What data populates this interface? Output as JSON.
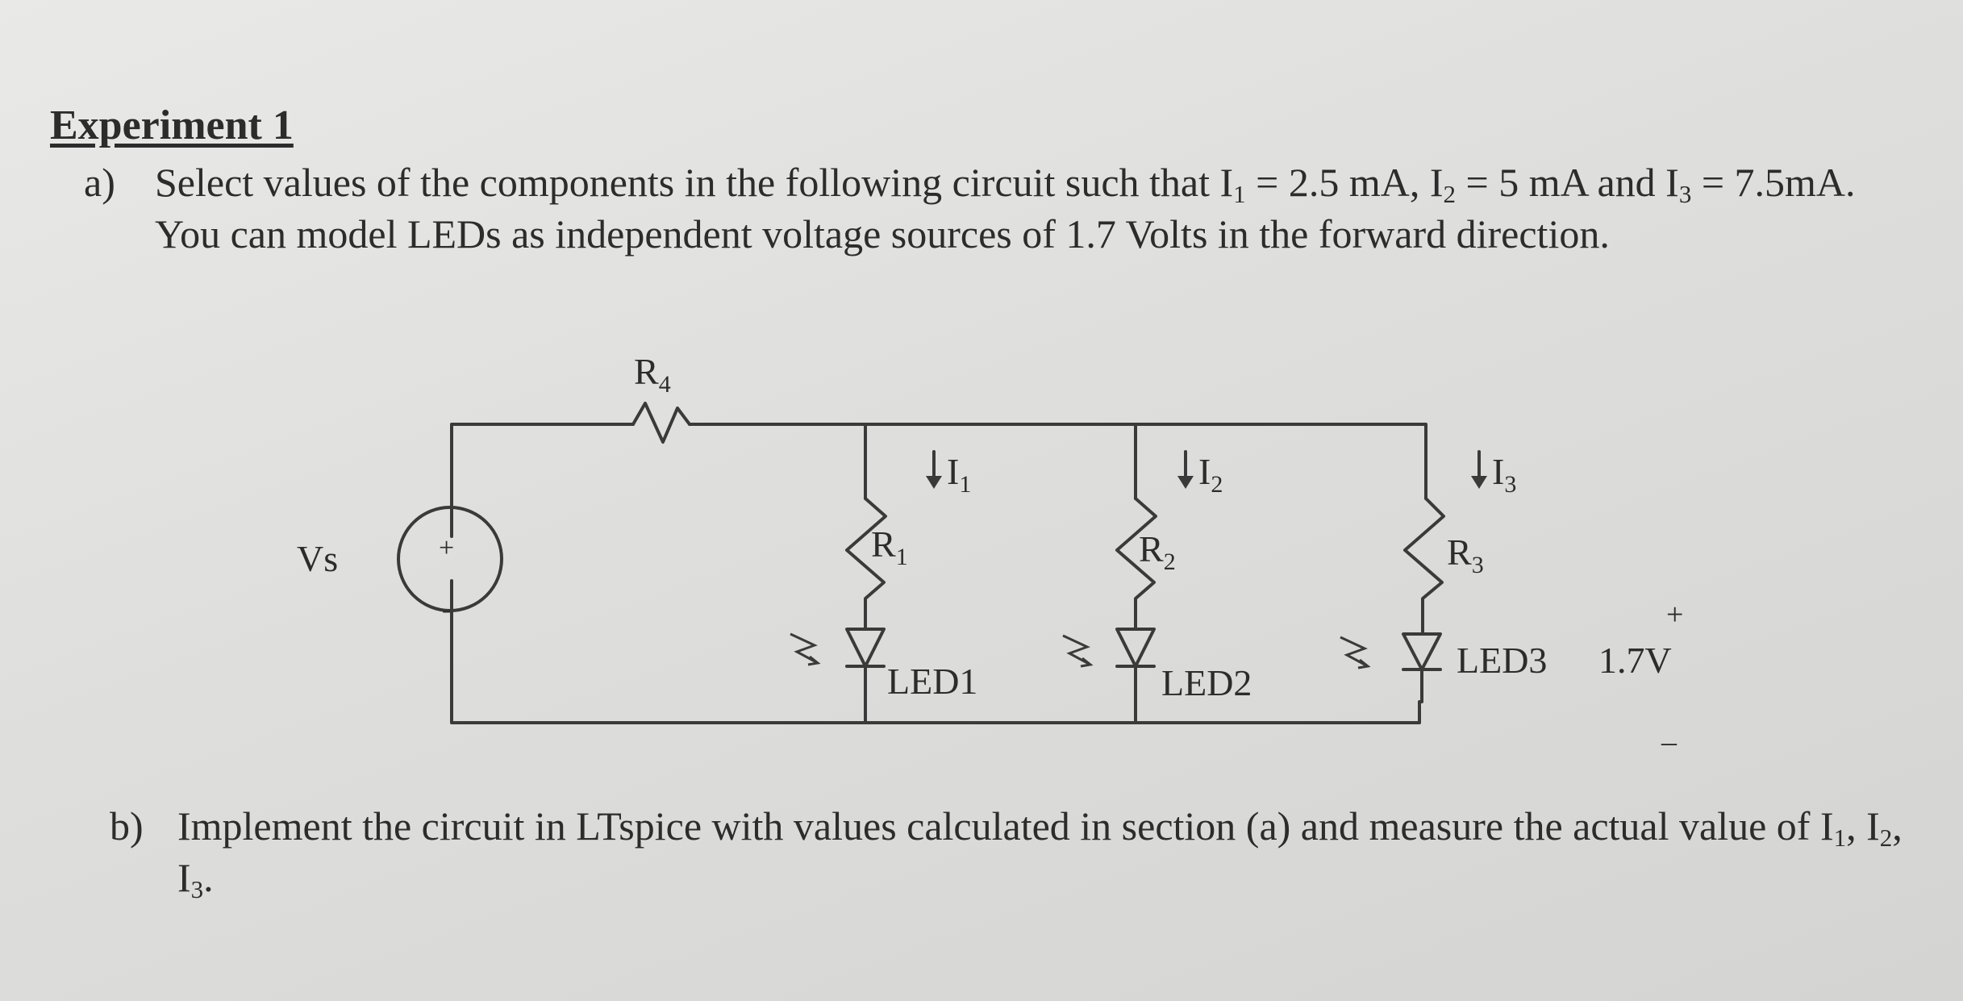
{
  "experiment": {
    "title": "Experiment 1",
    "part_a": {
      "marker": "a)",
      "text_1": "Select values of the components in the following circuit such that I",
      "s1": "1",
      "text_2": " = 2.5 mA, I",
      "s2": "2",
      "text_3": " = 5 mA and I",
      "s3": "3",
      "text_4": " = 7.5mA. You can model LEDs as independent voltage sources of 1.7 Volts in the forward direction."
    },
    "part_b": {
      "marker": "b)",
      "text_1": "Implement the circuit in LTspice with values calculated in section (a) and measure the actual value of I",
      "s1": "1",
      "sep1": ", I",
      "s2": "2",
      "sep2": ", I",
      "s3": "3",
      "end": "."
    }
  },
  "circuit": {
    "source_label": "Vs",
    "source_plus": "+",
    "source_minus": "-",
    "r4": {
      "main": "R",
      "sub": "4"
    },
    "r1": {
      "main": "R",
      "sub": "1"
    },
    "r2": {
      "main": "R",
      "sub": "2"
    },
    "r3": {
      "main": "R",
      "sub": "3"
    },
    "i1": {
      "main": "I",
      "sub": "1"
    },
    "i2": {
      "main": "I",
      "sub": "2"
    },
    "i3": {
      "main": "I",
      "sub": "3"
    },
    "led1": "LED1",
    "led2": "LED2",
    "led3": "LED3",
    "led3_voltage": "1.7V",
    "led3_plus": "+",
    "led3_minus": "–"
  }
}
